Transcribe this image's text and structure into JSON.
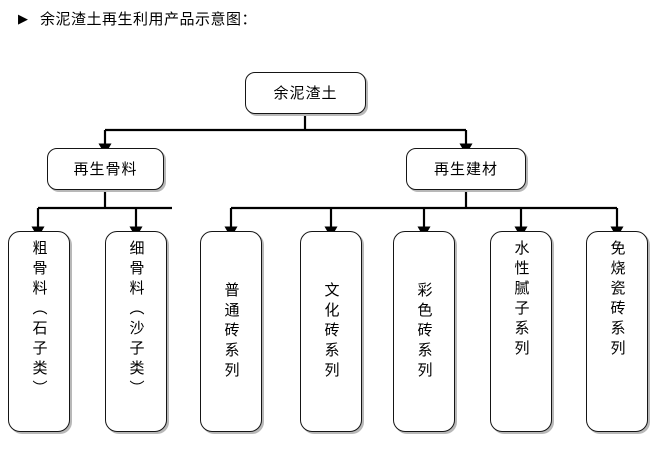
{
  "header": {
    "bullet_icon": "triangle-right-icon",
    "bullet_glyph": "▶",
    "title": "余泥渣土再生利用产品示意图："
  },
  "diagram": {
    "type": "tree-flowchart",
    "orientation": "top-down",
    "colors": {
      "node_border": "#151515",
      "node_fill": "#ffffff",
      "node_shadow": "#b8b8b8",
      "connector": "#000000",
      "text": "#000000"
    },
    "root": {
      "id": "root",
      "label": "余泥渣土"
    },
    "level2": [
      {
        "id": "recycled-aggregate",
        "label": "再生骨料"
      },
      {
        "id": "recycled-building-material",
        "label": "再生建材"
      }
    ],
    "leaves_left": [
      {
        "id": "coarse-aggregate",
        "label": "粗骨料（石子类）"
      },
      {
        "id": "fine-aggregate",
        "label": "细骨料（沙子类）"
      }
    ],
    "leaves_right": [
      {
        "id": "ordinary-brick",
        "label": "普通砖系列"
      },
      {
        "id": "culture-brick",
        "label": "文化砖系列"
      },
      {
        "id": "color-brick",
        "label": "彩色砖系列"
      },
      {
        "id": "water-based-putty",
        "label": "水性腻子系列"
      },
      {
        "id": "unfired-ceramic-tile",
        "label": "免烧瓷砖系列"
      }
    ],
    "edges": [
      {
        "from": "root",
        "to": "recycled-aggregate"
      },
      {
        "from": "root",
        "to": "recycled-building-material"
      },
      {
        "from": "recycled-aggregate",
        "to": "coarse-aggregate"
      },
      {
        "from": "recycled-aggregate",
        "to": "fine-aggregate"
      },
      {
        "from": "recycled-building-material",
        "to": "ordinary-brick"
      },
      {
        "from": "recycled-building-material",
        "to": "culture-brick"
      },
      {
        "from": "recycled-building-material",
        "to": "color-brick"
      },
      {
        "from": "recycled-building-material",
        "to": "water-based-putty"
      },
      {
        "from": "recycled-building-material",
        "to": "unfired-ceramic-tile"
      }
    ]
  }
}
